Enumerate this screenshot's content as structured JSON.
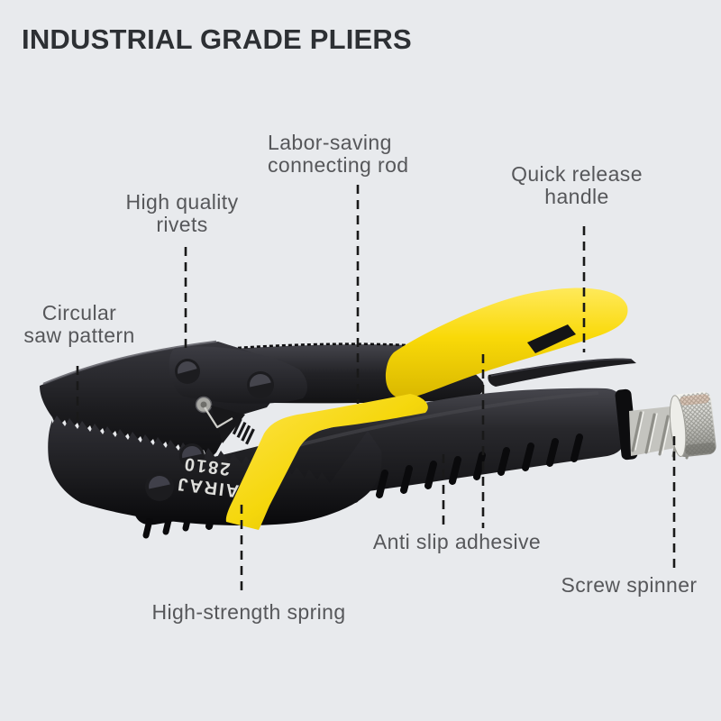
{
  "title": "INDUSTRIAL GRADE PLIERS",
  "labels": {
    "connecting_rod": "Labor-saving\nconnecting rod",
    "quick_release": "Quick release\nhandle",
    "rivets": "High quality\nrivets",
    "saw_pattern": "Circular\nsaw pattern",
    "anti_slip": "Anti slip adhesive",
    "screw_spinner": "Screw spinner",
    "spring": "High-strength spring"
  },
  "product": {
    "brand_marking": "AIRAJ",
    "model_marking": "2810"
  },
  "colors": {
    "background": "#e8eaed",
    "title_text": "#2d3034",
    "label_text": "#56575a",
    "callout_line": "#191919",
    "body_black": "#1d1d20",
    "accent_yellow": "#f7da0e",
    "chrome": "#cfcfcb"
  }
}
